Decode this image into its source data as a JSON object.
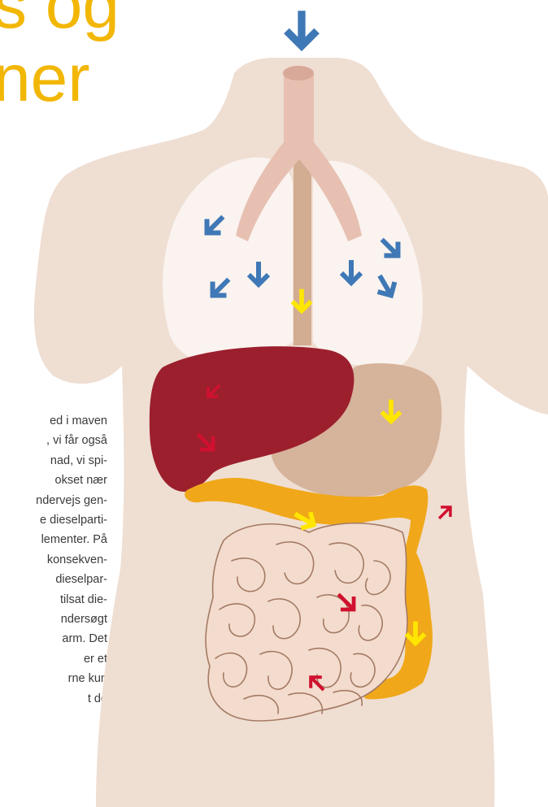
{
  "heading": {
    "line1": "s og",
    "line2": "ner"
  },
  "article_lines": [
    "ed i maven",
    ", vi får også",
    "nad, vi spi-",
    "okset nær",
    "ndervejs gen-",
    "e dieselparti-",
    "lementer. På",
    "konsekven-",
    "dieselpar-",
    "tilsat die-",
    "ndersøgt",
    "arm. Det",
    "er et",
    "rne kun",
    "t de"
  ],
  "colors": {
    "heading": "#f2b705",
    "skin": "#efded2",
    "trachea": "#e7c0b2",
    "esophagus": "#d2ad92",
    "lungs": "#faf3ef",
    "liver": "#9c1f2e",
    "stomach": "#d6b39b",
    "colon": "#f0a81a",
    "small_intestine": "#f3dccd",
    "arrow_air": "#3f78b6",
    "arrow_food": "#ffe600",
    "arrow_blood": "#d1102f"
  },
  "arrows": [
    {
      "group": "air",
      "icon": "arrow-down-icon"
    },
    {
      "group": "food",
      "icon": "arrow-down-icon"
    },
    {
      "group": "blood",
      "icon": "arrow-diagonal-icon"
    }
  ]
}
